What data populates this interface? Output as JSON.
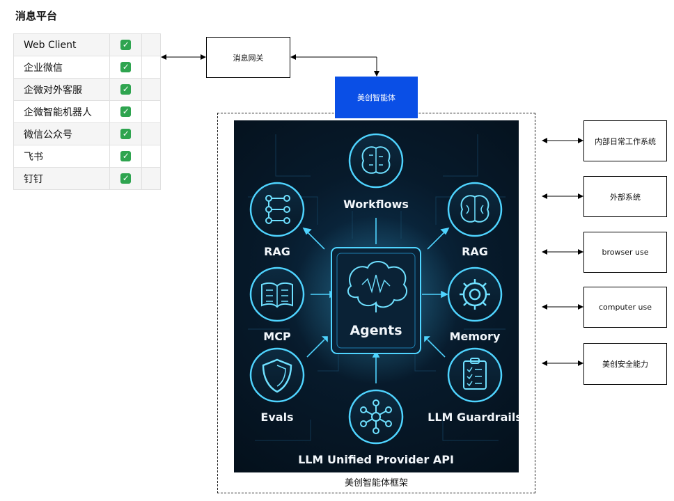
{
  "title": "消息平台",
  "platforms": [
    {
      "name": "Web Client",
      "checked": true
    },
    {
      "name": "企业微信",
      "checked": true
    },
    {
      "name": "企微对外客服",
      "checked": true
    },
    {
      "name": "企微智能机器人",
      "checked": true
    },
    {
      "name": "微信公众号",
      "checked": true
    },
    {
      "name": "飞书",
      "checked": true
    },
    {
      "name": "钉钉",
      "checked": true
    }
  ],
  "check_mark": "✓",
  "gateway": {
    "label": "消息网关"
  },
  "agent": {
    "label": "美创智能体",
    "color": "#0a4fe6"
  },
  "framework": {
    "caption": "美创智能体框架"
  },
  "panel": {
    "center_label": "Agents",
    "nodes": [
      {
        "id": "workflows",
        "label": "Workflows",
        "icon": "brain-icon"
      },
      {
        "id": "rag-left",
        "label": "RAG",
        "icon": "list-nodes-icon"
      },
      {
        "id": "rag-right",
        "label": "RAG",
        "icon": "brain-icon"
      },
      {
        "id": "mcp",
        "label": "MCP",
        "icon": "book-icon"
      },
      {
        "id": "memory",
        "label": "Memory",
        "icon": "gear-icon"
      },
      {
        "id": "evals",
        "label": "Evals",
        "icon": "shield-icon"
      },
      {
        "id": "guardrails",
        "label": "LLM Guardrails",
        "icon": "clipboard-checklist-icon"
      },
      {
        "id": "provider",
        "label": "LLM Unified Provider API",
        "icon": "network-hub-icon"
      }
    ],
    "accent": "#4fd4ff"
  },
  "systems": [
    {
      "label": "内部日常工作系统"
    },
    {
      "label": "外部系统"
    },
    {
      "label": "browser use"
    },
    {
      "label": "computer use"
    },
    {
      "label": "美创安全能力"
    }
  ]
}
